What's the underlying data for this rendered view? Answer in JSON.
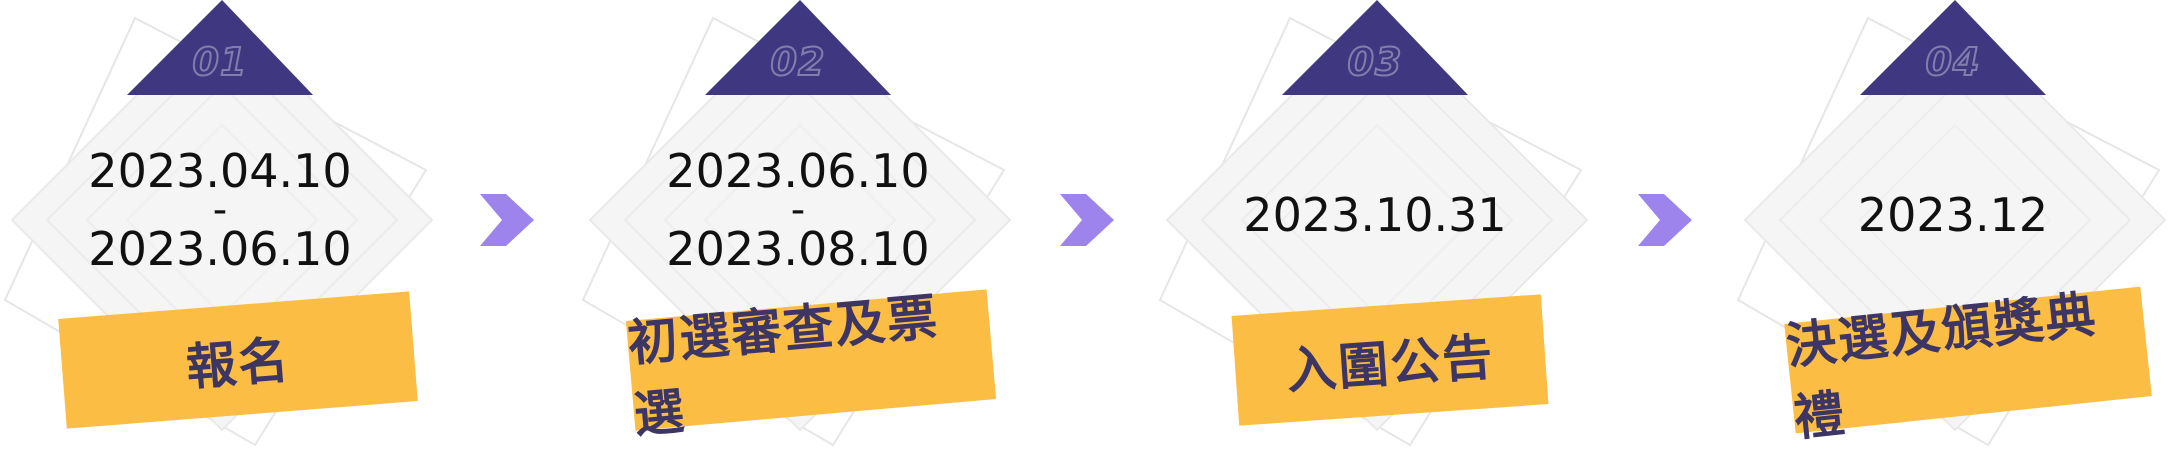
{
  "colors": {
    "triangle": "#3f3880",
    "banner": "#fbbd44",
    "banner_text": "#3d3563",
    "arrow": "#9d84ec",
    "diamond_fill": "#f5f5f5",
    "diamond_stroke": "#e6e6e6"
  },
  "steps": [
    {
      "number": "01",
      "date_start": "2023.04.10",
      "date_sep": "-",
      "date_end": "2023.06.10",
      "label": "報名"
    },
    {
      "number": "02",
      "date_start": "2023.06.10",
      "date_sep": "-",
      "date_end": "2023.08.10",
      "label": "初選審查及票選"
    },
    {
      "number": "03",
      "date": "2023.10.31",
      "label": "入圍公告"
    },
    {
      "number": "04",
      "date": "2023.12",
      "label": "決選及頒獎典禮"
    }
  ],
  "arrows": [
    {
      "icon": "chevron-right-icon"
    },
    {
      "icon": "chevron-right-icon"
    },
    {
      "icon": "chevron-right-icon"
    }
  ]
}
